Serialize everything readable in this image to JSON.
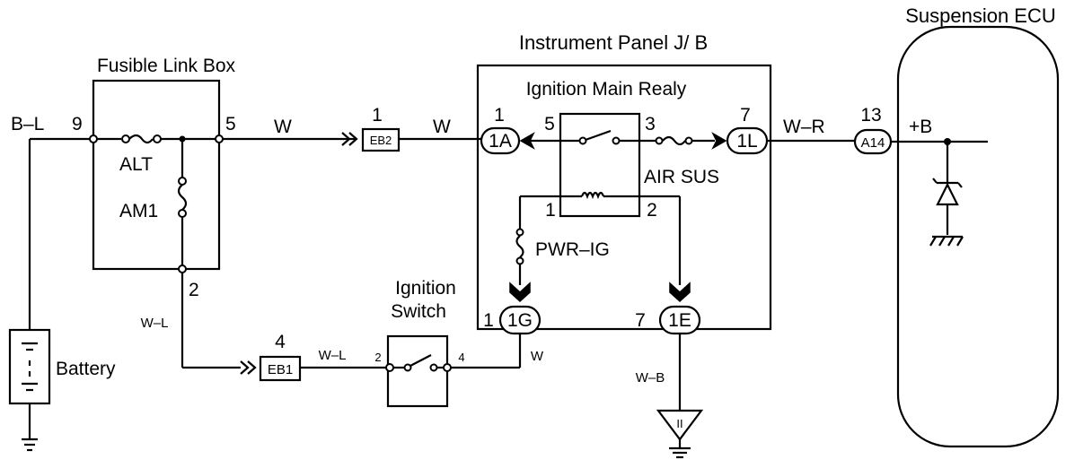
{
  "labels": {
    "suspension_ecu": "Suspension ECU",
    "instrument_panel": "Instrument Panel J/ B",
    "fusible_link_box": "Fusible Link Box",
    "ignition_main_relay": "Ignition Main Realy",
    "ignition_switch_line1": "Ignition",
    "ignition_switch_line2": "Switch",
    "battery": "Battery",
    "alt": "ALT",
    "am1": "AM1",
    "air_sus": "AIR SUS",
    "pwr_ig": "PWR–IG",
    "plus_b": "+B"
  },
  "wires": {
    "b_l": "B–L",
    "w_1": "W",
    "w_2": "W",
    "w_r": "W–R",
    "w_l_left": "W–L",
    "w_l_switch": "W–L",
    "w_switch_out": "W",
    "w_b": "W–B"
  },
  "pins": {
    "fl_9": "9",
    "fl_5": "5",
    "fl_2": "2",
    "eb2_1": "1",
    "jb_1a_pin": "1",
    "relay_5": "5",
    "relay_3": "3",
    "jb_1l_pin": "7",
    "relay_1": "1",
    "relay_2": "2",
    "ecu_13": "13",
    "jb_1g_pin": "1",
    "jb_1e_pin": "7",
    "eb1_4": "4",
    "sw_2": "2",
    "sw_4": "4"
  },
  "connectors": {
    "eb2": "EB2",
    "eb1": "EB1",
    "c_1a": "1A",
    "c_1l": "1L",
    "c_1g": "1G",
    "c_1e": "1E",
    "a14": "A14"
  },
  "ground_symbol": "II"
}
